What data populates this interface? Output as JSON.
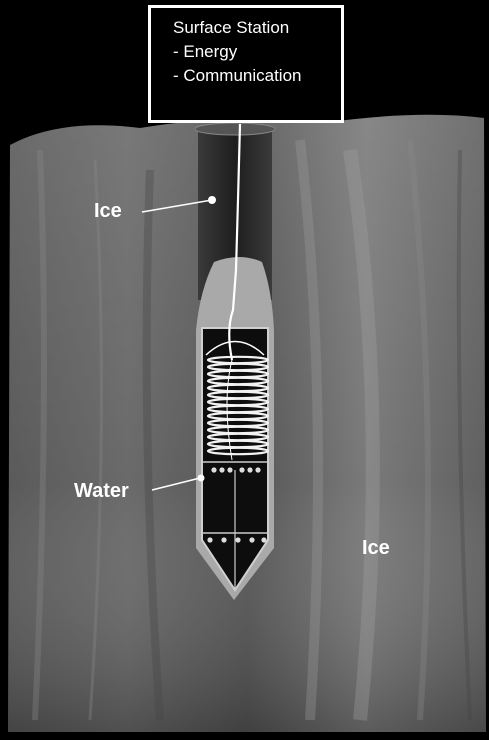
{
  "surface_station": {
    "title": "Surface Station",
    "items": [
      "- Energy",
      "- Communication"
    ]
  },
  "labels": {
    "ice_upper": "Ice",
    "water": "Water",
    "ice_lower": "Ice"
  },
  "colors": {
    "background": "#000000",
    "ice": "#6e6e6e",
    "borehole": "#2a2a2a",
    "probe_body": "#111111",
    "line": "#ffffff"
  }
}
